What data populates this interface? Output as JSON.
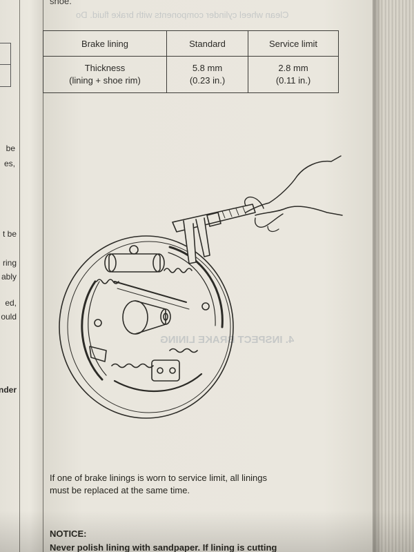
{
  "top_fragment": "shoe.",
  "ghost_text": {
    "upper": "Clean wheel cylinder components with brake fluid. Do",
    "heading": "4. INSPECT BRAKE LINING"
  },
  "table": {
    "headers": [
      "Brake lining",
      "Standard",
      "Service limit"
    ],
    "row": {
      "label_line1": "Thickness",
      "label_line2": "(lining + shoe rim)",
      "standard_line1": "5.8 mm",
      "standard_line2": "(0.23 in.)",
      "limit_line1": "2.8 mm",
      "limit_line2": "(0.11 in.)"
    }
  },
  "paragraph_line1": "If one of brake linings is worn to service limit, all linings",
  "paragraph_line2": "must be replaced at the same time.",
  "notice_label": "NOTICE:",
  "notice_text": "Never polish lining with sandpaper. If lining is cutting",
  "left_page_fragments": [
    "be",
    "es,",
    "t be",
    "ring",
    "ably",
    "ed,",
    "ould",
    "nder"
  ]
}
